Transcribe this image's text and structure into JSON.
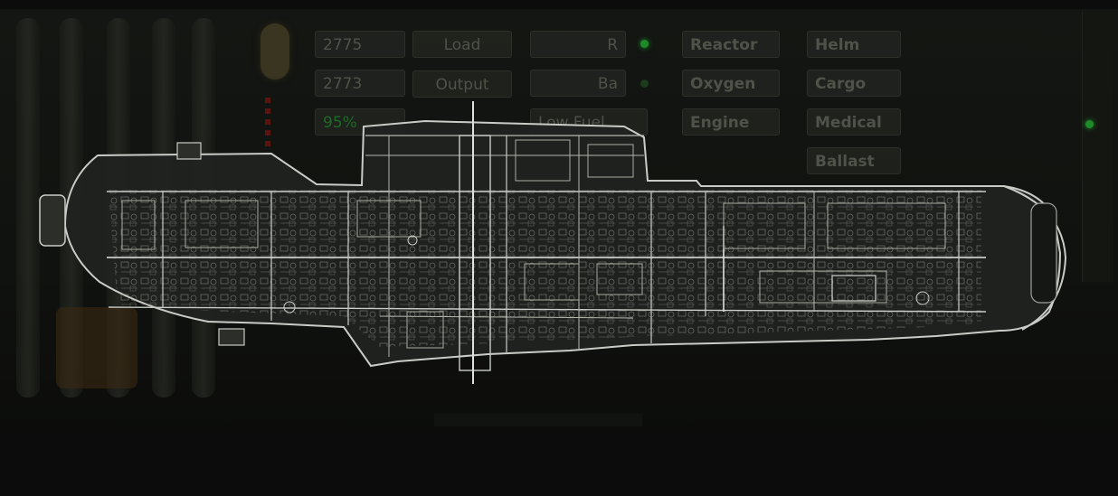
{
  "status_values": [
    "2775",
    "2773",
    "95%"
  ],
  "reactor_labels": {
    "load": "Load",
    "output": "Output"
  },
  "readouts": [
    "R",
    "Ba",
    "Low Fuel"
  ],
  "systems_left": [
    "Reactor",
    "Oxygen",
    "Engine"
  ],
  "systems_right": [
    "Helm",
    "Cargo",
    "Medical",
    "Ballast"
  ],
  "colors": {
    "status_led": "#1f8a2a",
    "ship_outline": "#c9ccc6",
    "background": "#0b0c0b"
  },
  "icons": {
    "lamp": "wall-lamp-icon",
    "ship": "submarine-schematic"
  }
}
